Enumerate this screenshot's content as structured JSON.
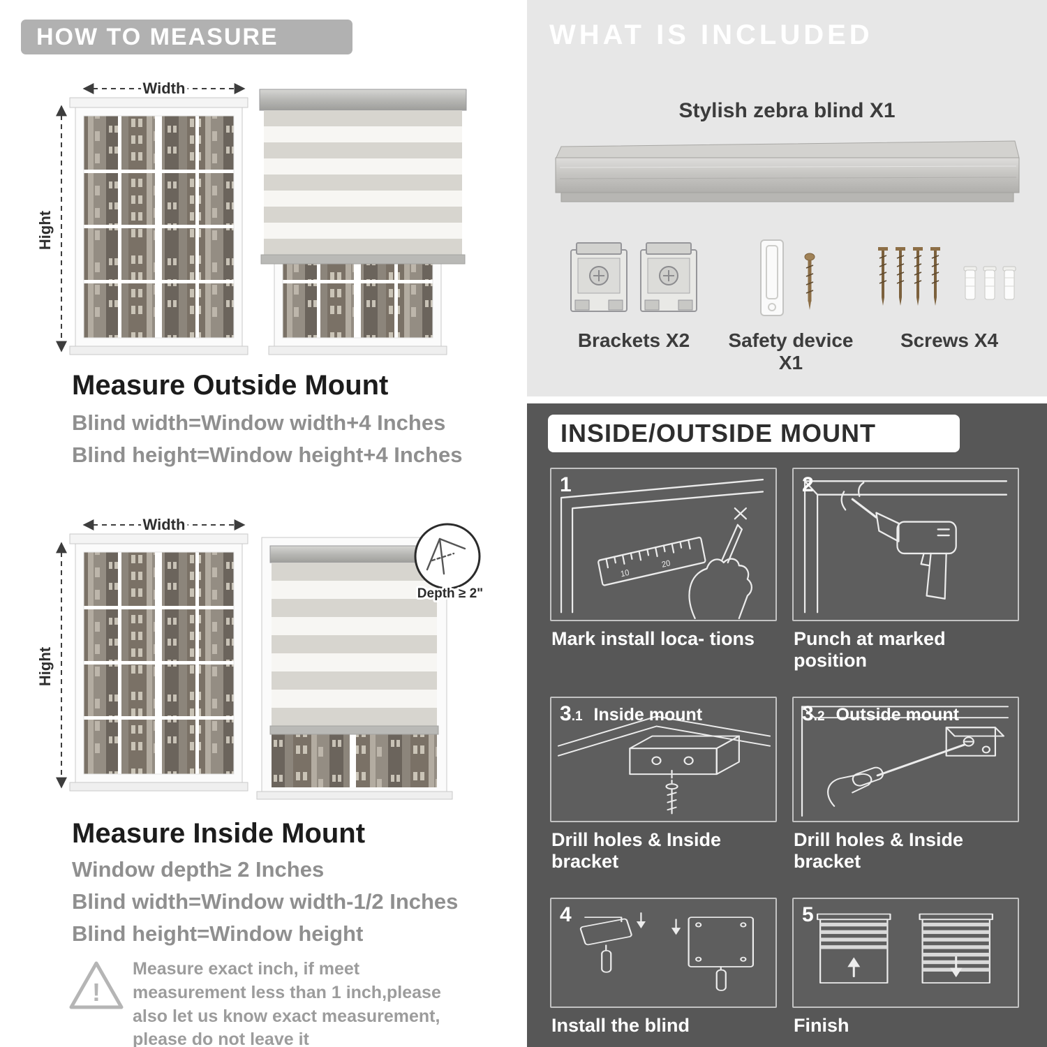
{
  "left": {
    "header": "HOW TO MEASURE",
    "labels": {
      "width": "Width",
      "hight": "Hight",
      "depth": "Depth ≥ 2\""
    },
    "outside": {
      "title": "Measure Outside Mount",
      "line1": "Blind width=Window width+4 Inches",
      "line2": "Blind height=Window height+4 Inches"
    },
    "inside": {
      "title": "Measure Inside Mount",
      "line1": "Window depth≥ 2 Inches",
      "line2": "Blind width=Window width-1/2 Inches",
      "line3": "Blind height=Window height"
    },
    "note": "Measure exact inch, if meet measurement less than 1 inch,please also let us know exact measurement, please do not leave it"
  },
  "right": {
    "included": {
      "header": "WHAT IS INCLUDED",
      "blind_label": "Stylish zebra blind X1",
      "items": [
        {
          "label": "Brackets X2"
        },
        {
          "label": "Safety device X1"
        },
        {
          "label": "Screws X4"
        }
      ]
    },
    "mount": {
      "header": "INSIDE/OUTSIDE MOUNT",
      "ruler_marks": {
        "m1": "10",
        "m2": "20"
      },
      "steps": [
        {
          "num": "1",
          "num_sub": "",
          "sub": "",
          "caption": "Mark install loca- tions"
        },
        {
          "num": "2",
          "num_sub": "",
          "sub": "",
          "caption": "Punch at  marked position"
        },
        {
          "num": "3",
          "num_sub": ".1",
          "sub": "Inside mount",
          "caption": "Drill holes &  Inside bracket"
        },
        {
          "num": "3",
          "num_sub": ".2",
          "sub": "Outside mount",
          "caption": "Drill holes &  Inside bracket"
        },
        {
          "num": "4",
          "num_sub": "",
          "sub": "",
          "caption": "Install the blind"
        },
        {
          "num": "5",
          "num_sub": "",
          "sub": "",
          "caption": "Finish"
        }
      ]
    }
  },
  "colors": {
    "banner_gray": "#b1b1b1",
    "light_panel": "#e7e7e7",
    "dark_panel": "#575757",
    "fabric_solid": "#d7d5cf",
    "fabric_sheer": "#f7f6f3"
  }
}
